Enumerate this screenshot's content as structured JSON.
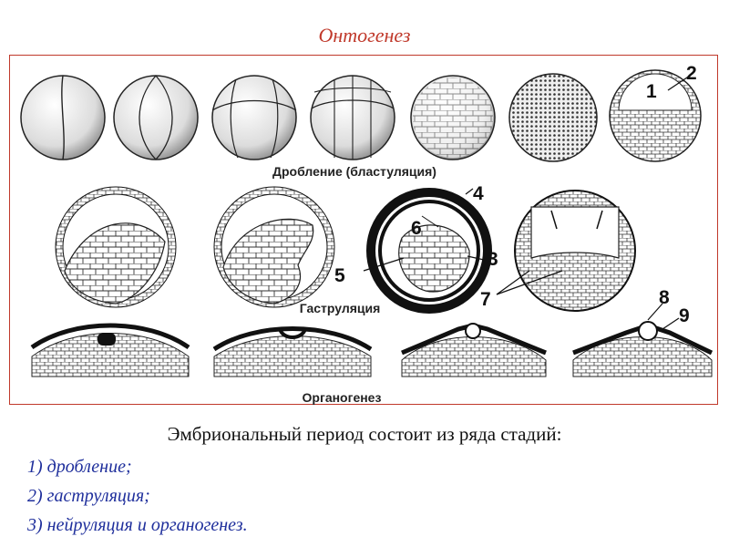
{
  "title": "Онтогенез",
  "figure": {
    "stage_captions": {
      "cleavage": "Дробление (бластуляция)",
      "gastrulation": "Гаструляция",
      "organogenesis": "Органогенез"
    },
    "number_labels": [
      "1",
      "2",
      "3",
      "4",
      "5",
      "6",
      "7",
      "8",
      "9"
    ]
  },
  "text": {
    "intro": "Эмбриональный период состоит из ряда стадий:",
    "stages": [
      "1) дробление;",
      "2) гаструляция;",
      "3) нейруляция и органогенез."
    ]
  },
  "colors": {
    "title": "#c0392b",
    "list": "#1f2f9c",
    "frame": "#c0392b"
  }
}
